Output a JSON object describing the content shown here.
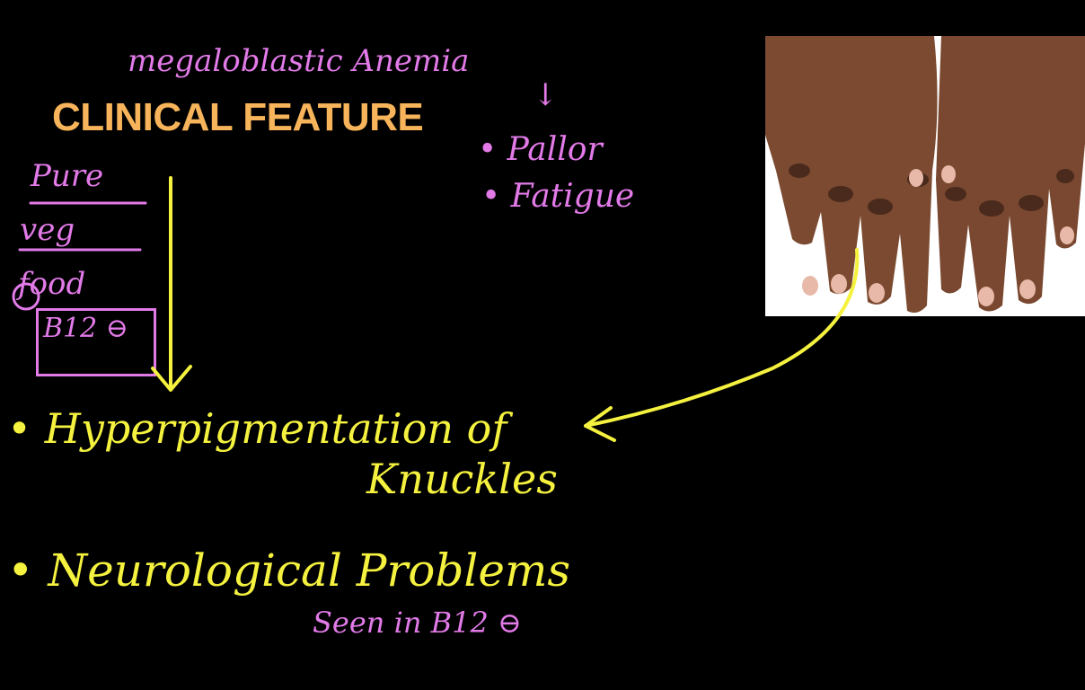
{
  "topic": "megaloblastic Anemia",
  "title": "CLINICAL FEATURE",
  "symptoms": [
    "• Pallor",
    "• Fatigue"
  ],
  "diet": {
    "line1": "Pure",
    "line2": "veg",
    "line3": "food",
    "deficiency": "B12 ⊖"
  },
  "points": {
    "p1_line1": "• Hyperpigmentation of",
    "p1_line2": "Knuckles",
    "p2": "•   Neurological Problems",
    "p2_note": "Seen in  B12 ⊖"
  },
  "colors": {
    "background": "#000000",
    "title": "#f7b45b",
    "pink_ink": "#e27ae8",
    "yellow_ink": "#f4f13f"
  }
}
